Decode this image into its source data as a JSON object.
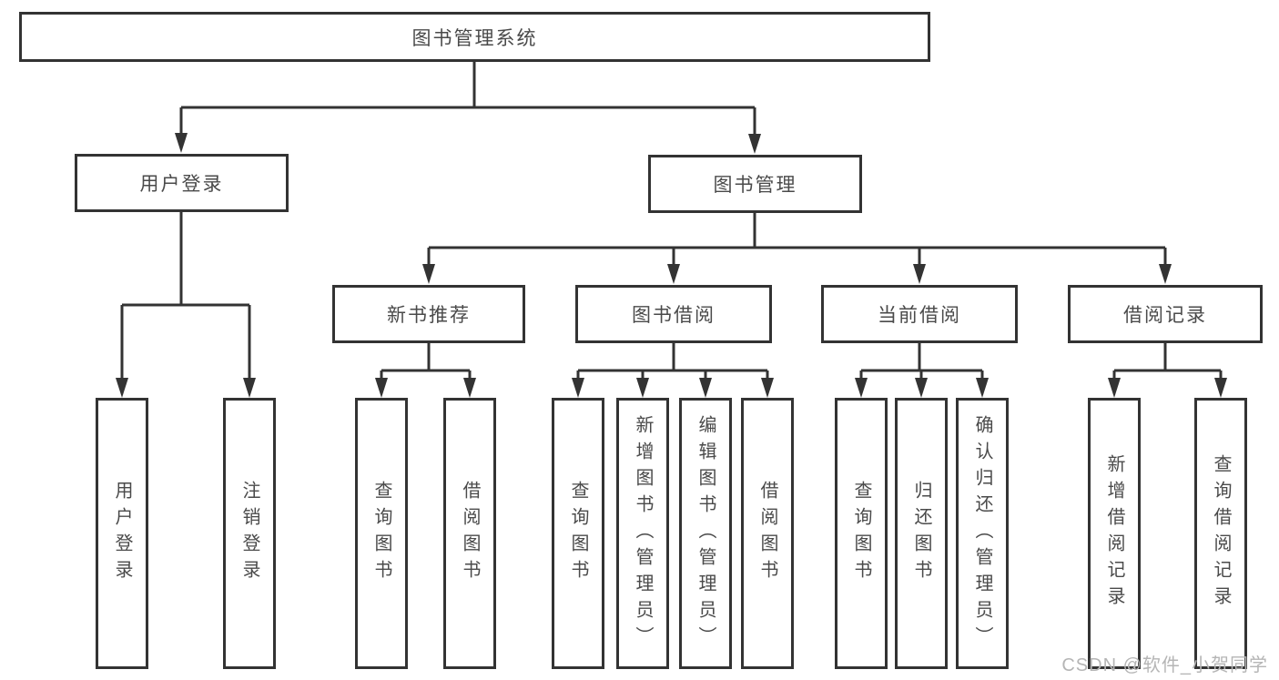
{
  "diagram": {
    "root": {
      "label": "图书管理系统"
    },
    "branches": [
      {
        "label": "用户登录",
        "children": [
          {
            "label": "用户登录"
          },
          {
            "label": "注销登录"
          }
        ]
      },
      {
        "label": "图书管理",
        "groups": [
          {
            "label": "新书推荐",
            "children": [
              {
                "label": "查询图书"
              },
              {
                "label": "借阅图书"
              }
            ]
          },
          {
            "label": "图书借阅",
            "children": [
              {
                "label": "查询图书"
              },
              {
                "label": "新增图书（管理员）"
              },
              {
                "label": "编辑图书（管理员）"
              },
              {
                "label": "借阅图书"
              }
            ]
          },
          {
            "label": "当前借阅",
            "children": [
              {
                "label": "查询图书"
              },
              {
                "label": "归还图书"
              },
              {
                "label": "确认归还（管理员）"
              }
            ]
          },
          {
            "label": "借阅记录",
            "children": [
              {
                "label": "新增借阅记录"
              },
              {
                "label": "查询借阅记录"
              }
            ]
          }
        ]
      }
    ]
  },
  "colors": {
    "line": "#333333",
    "text": "#4a4a4a",
    "watermark": "#b5b5b5"
  },
  "watermark": {
    "text": "CSDN @软件_小贺同学"
  }
}
